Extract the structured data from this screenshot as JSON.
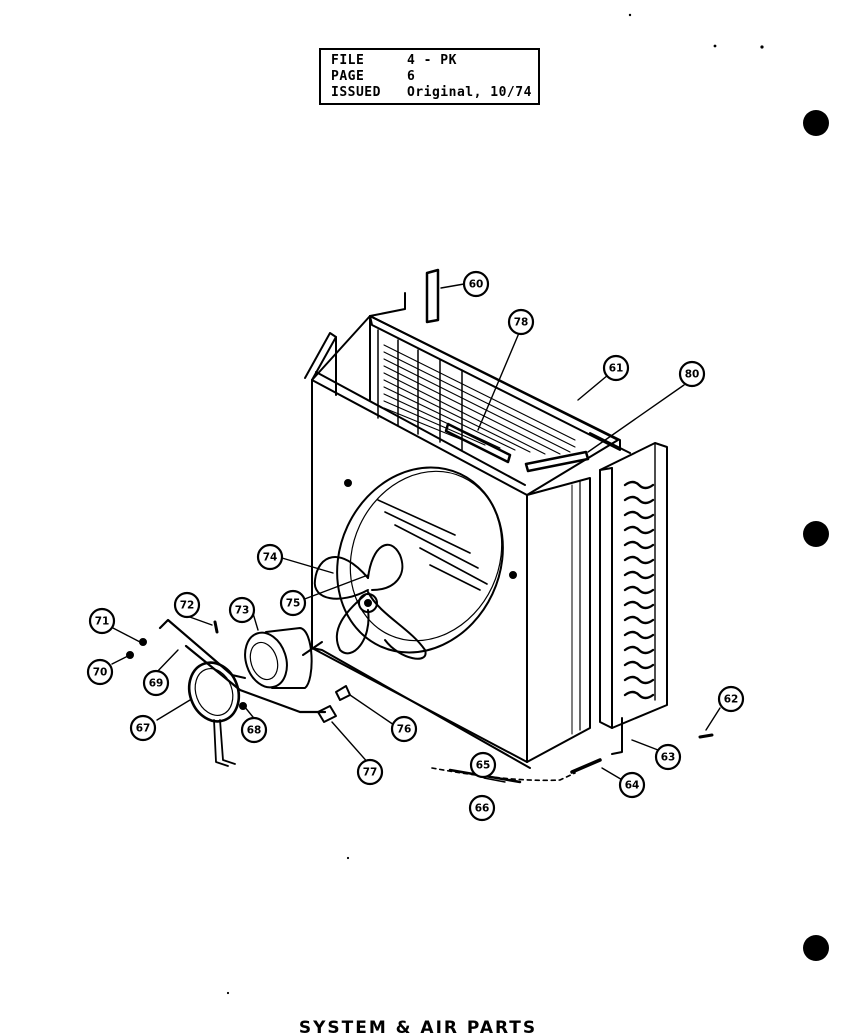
{
  "header": {
    "rows": [
      {
        "key": "FILE",
        "value": "4 - PK"
      },
      {
        "key": "PAGE",
        "value": "6"
      },
      {
        "key": "ISSUED",
        "value": "Original, 10/74"
      }
    ]
  },
  "callouts": [
    "60",
    "61",
    "62",
    "63",
    "64",
    "65",
    "66",
    "67",
    "68",
    "69",
    "70",
    "71",
    "72",
    "73",
    "74",
    "75",
    "76",
    "77",
    "78",
    "80"
  ],
  "footer": {
    "title": "SYSTEM & AIR PARTS"
  }
}
